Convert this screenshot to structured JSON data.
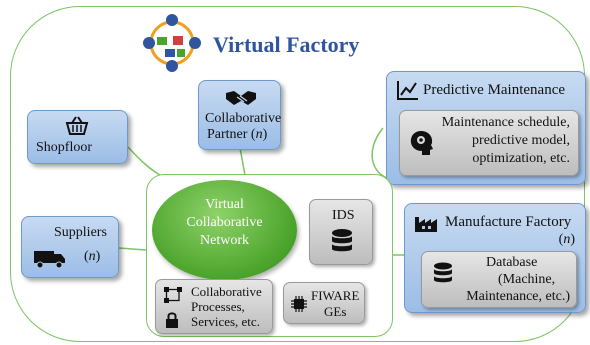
{
  "title": "Virtual Factory",
  "shopfloor": {
    "label": "Shopfloor"
  },
  "partner": {
    "line1": "Collaborative",
    "line2": "Partner (",
    "n": "n",
    "close": ")"
  },
  "predictive": {
    "title": "Predictive Maintenance",
    "detail_l1": "Maintenance schedule,",
    "detail_l2": "predictive model,",
    "detail_l3": "optimization, etc."
  },
  "suppliers": {
    "label": "Suppliers",
    "n_prefix": "(",
    "n": "n",
    "n_suffix": ")"
  },
  "network": {
    "l1": "Virtual",
    "l2": "Collaborative",
    "l3": "Network"
  },
  "ids": {
    "label": "IDS"
  },
  "processes": {
    "l1": "Collaborative",
    "l2": "Processes,",
    "l3": "Services, etc."
  },
  "fiware": {
    "l1": "FIWARE",
    "l2": "GEs"
  },
  "factory": {
    "title": "Manufacture Factory",
    "n_prefix": "(",
    "n": "n",
    "n_suffix": ")",
    "db_l1": "Database",
    "db_l2": "(Machine,",
    "db_l3": "Maintenance, etc.)"
  },
  "colors": {
    "accent_green": "#7dc464",
    "title_blue": "#2f54a0",
    "box_blue": "#9bbde6"
  }
}
